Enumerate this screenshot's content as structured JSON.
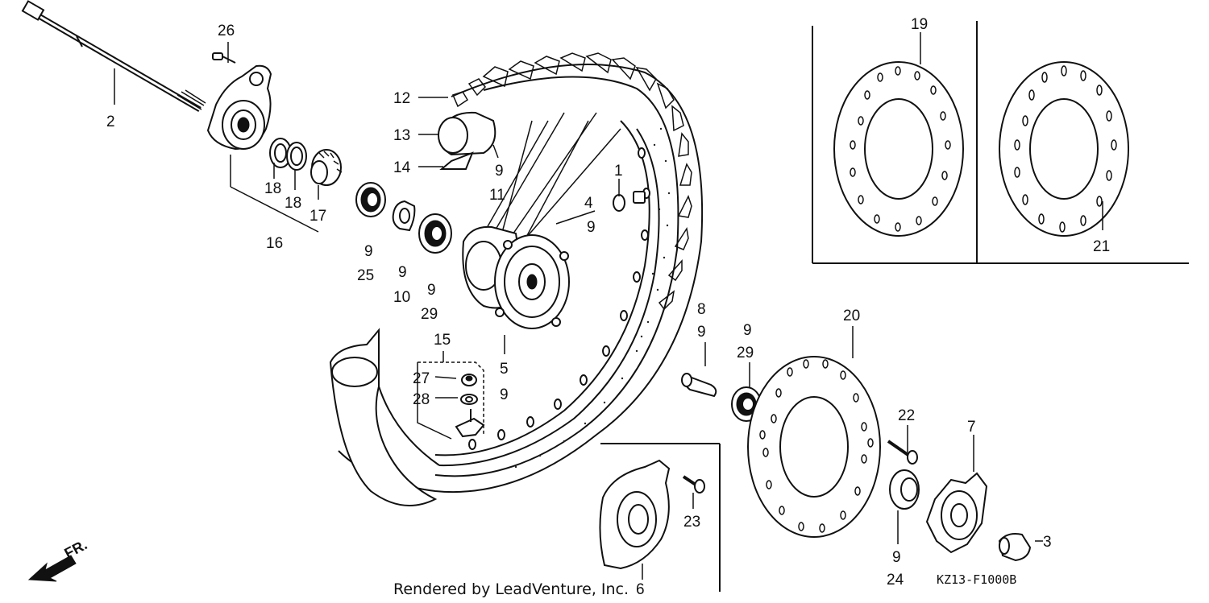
{
  "callouts": {
    "c1": "1",
    "c2": "2",
    "c3": "3",
    "c4": "4",
    "c5": "5",
    "c6": "6",
    "c7": "7",
    "c8": "8",
    "c9": "9",
    "c10": "10",
    "c11": "11",
    "c12": "12",
    "c13": "13",
    "c14": "14",
    "c15": "15",
    "c16": "16",
    "c17": "17",
    "c18": "18",
    "c19": "19",
    "c20": "20",
    "c21": "21",
    "c22": "22",
    "c23": "23",
    "c24": "24",
    "c25": "25",
    "c26": "26",
    "c27": "27",
    "c28": "28",
    "c29": "29"
  },
  "credit": "Rendered by LeadVenture, Inc.",
  "diagram_code": "KZ13-F1000B",
  "direction_label": "FR."
}
